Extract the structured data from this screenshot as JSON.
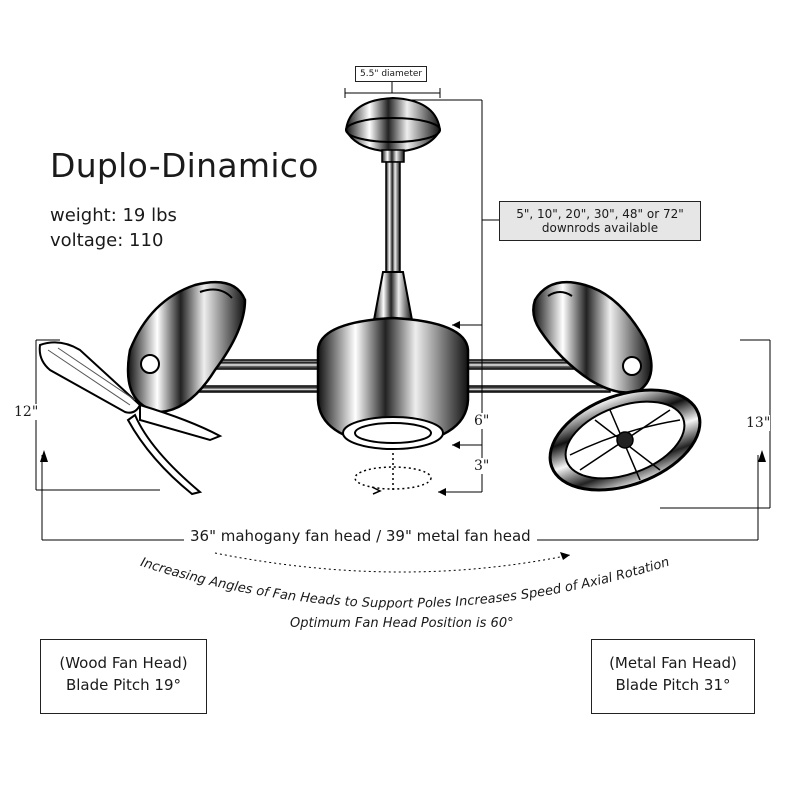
{
  "product": {
    "name": "Duplo-Dinamico",
    "weight": "weight:  19 lbs",
    "voltage": "voltage: 110"
  },
  "labels": {
    "canopy_diameter": "5.5\" diameter",
    "downrods_line1": "5\", 10\", 20\", 30\", 48\" or 72\"",
    "downrods_line2": "downrods available",
    "height_wood_head": "12\"",
    "height_metal_head": "13\"",
    "motor_height": "6\"",
    "light_height": "3\"",
    "span": "36\" mahogany fan head / 39\" metal fan head",
    "rotation_note": "Increasing Angles of Fan Heads to Support Poles Increases Speed of Axial Rotation",
    "optimum_note": "Optimum Fan Head Position is 60°"
  },
  "pitch_boxes": {
    "wood": {
      "title": "(Wood Fan Head)",
      "pitch": "Blade Pitch 19°"
    },
    "metal": {
      "title": "(Metal Fan Head)",
      "pitch": "Blade Pitch 31°"
    }
  }
}
